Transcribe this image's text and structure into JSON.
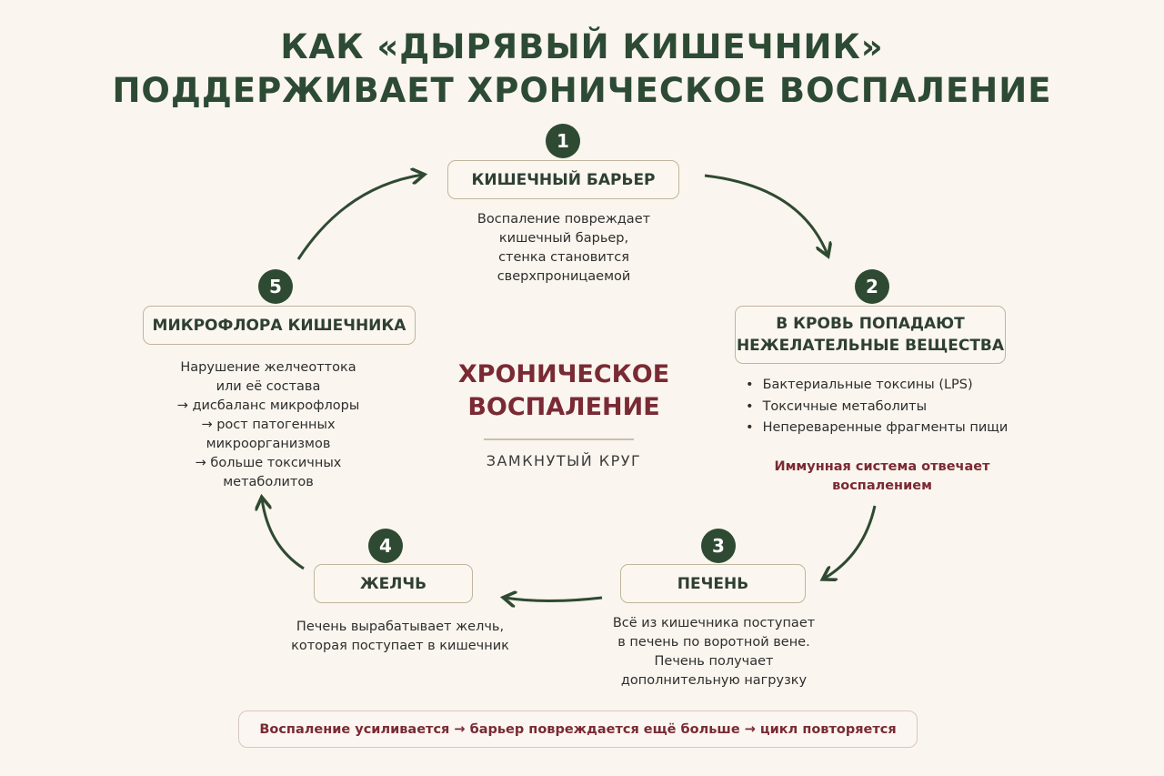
{
  "title": {
    "line1": "КАК «ДЫРЯВЫЙ КИШЕЧНИК»",
    "line2": "ПОДДЕРЖИВАЕТ ХРОНИЧЕСКОЕ ВОСПАЛЕНИЕ"
  },
  "center": {
    "title_line1": "ХРОНИЧЕСКОЕ",
    "title_line2": "ВОСПАЛЕНИЕ",
    "subtitle": "ЗАМКНУТЫЙ КРУГ"
  },
  "steps": [
    {
      "number": "1",
      "label": "КИШЕЧНЫЙ БАРЬЕР",
      "desc": [
        "Воспаление повреждает",
        "кишечный барьер,",
        "стенка становится",
        "сверхпроницаемой"
      ]
    },
    {
      "number": "2",
      "label_line1": "В КРОВЬ ПОПАДАЮТ",
      "label_line2": "НЕЖЕЛАТЕЛЬНЫЕ ВЕЩЕСТВА",
      "bullets": [
        "Бактериальные токсины (LPS)",
        "Токсичные метаболиты",
        "Непереваренные фрагменты пищи"
      ],
      "note_line1": "Иммунная система отвечает",
      "note_line2": "воспалением"
    },
    {
      "number": "3",
      "label": "ПЕЧЕНЬ",
      "desc": [
        "Всё из кишечника поступает",
        "в печень по воротной вене.",
        "Печень получает",
        "дополнительную нагрузку"
      ]
    },
    {
      "number": "4",
      "label": "ЖЕЛЧЬ",
      "desc": [
        "Печень вырабатывает желчь,",
        "которая поступает в кишечник"
      ]
    },
    {
      "number": "5",
      "label": "МИКРОФЛОРА КИШЕЧНИКА",
      "desc": [
        "Нарушение желчеоттока",
        "или её состава",
        "→ дисбаланс микрофлоры",
        "→ рост патогенных",
        "микроорганизмов",
        "→ больше токсичных",
        "метаболитов"
      ]
    }
  ],
  "footer": "Воспаление усиливается → барьер повреждается ещё больше → цикл повторяется",
  "colors": {
    "title": "#2d4a35",
    "badge": "#2f4a32",
    "accent": "#7a2a34",
    "background": "#faf5ee"
  }
}
